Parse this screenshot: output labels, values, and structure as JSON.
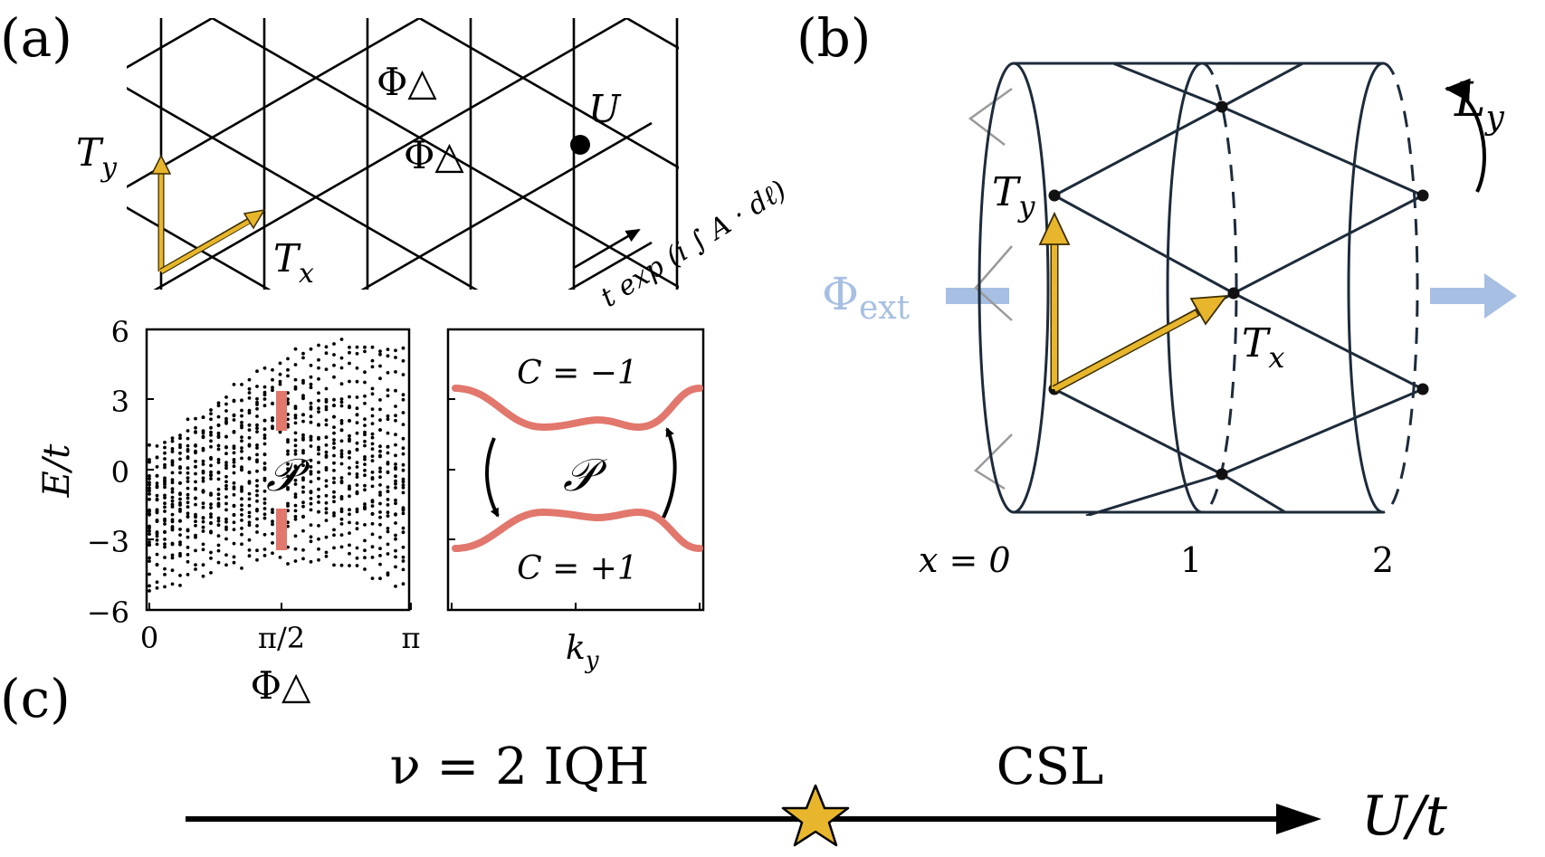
{
  "panel_labels": {
    "a": "(a)",
    "b": "(b)",
    "c": "(c)"
  },
  "panel_a": {
    "lattice_labels": {
      "flux_upper": "Φ△",
      "flux_lower": "Φ△",
      "site_U": "U",
      "translation_y": "T",
      "translation_y_sub": "y",
      "translation_x": "T",
      "translation_x_sub": "x",
      "hopping": "t exp (i ∫ A · dℓ)"
    },
    "spectrum": {
      "ylabel": "E/t",
      "xlabel": "Φ△",
      "xticks": [
        "0",
        "π/2",
        "π"
      ],
      "yticks": [
        "6",
        "3",
        "0",
        "−3",
        "−6"
      ],
      "annotation": "𝒫"
    },
    "bands": {
      "upper_label": "C = −1",
      "lower_label": "C = +1",
      "xlabel": "k",
      "xlabel_sub": "y",
      "annotation": "𝒫"
    }
  },
  "panel_b": {
    "flux_label": "Φ",
    "flux_sub": "ext",
    "loop_label": "L",
    "loop_sub": "y",
    "translation_y": "T",
    "translation_y_sub": "y",
    "translation_x": "T",
    "translation_x_sub": "x",
    "positions": [
      "x = 0",
      "1",
      "2"
    ]
  },
  "panel_c": {
    "left_phase": "ν = 2 IQH",
    "right_phase": "CSL",
    "axis_label": "U/t"
  },
  "colors": {
    "arrow_gold": "#e8b62c",
    "band_red": "#e2776d",
    "flux_blue": "#a7bfe2",
    "ink": "#000000",
    "cylinder_navy": "#1d2b3a"
  }
}
